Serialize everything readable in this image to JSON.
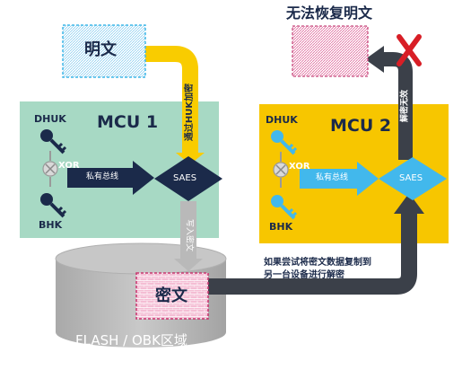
{
  "plaintext_label": "明文",
  "unrecoverable_label": "无法恢复明文",
  "mcu1": {
    "title": "MCU 1",
    "dhuk": "DHUK",
    "bhk": "BHK",
    "xor": "XOR",
    "private_bus": "私有总线",
    "saes": "SAES"
  },
  "mcu2": {
    "title": "MCU 2",
    "dhuk": "DHUK",
    "bhk": "BHK",
    "xor": "XOR",
    "private_bus": "私有总线",
    "saes": "SAES"
  },
  "huk_encrypt_label": "通过HUK加密",
  "write_cipher_label": "写入密文",
  "decrypt_fail_label": "解密无效",
  "ciphertext_label": "密文",
  "flash_label": "FLASH / OBK区域",
  "copy_note": [
    "如果尝试将密文数据复制到",
    "另一台设备进行解密"
  ],
  "colors": {
    "mcu1_bg": "#a7d9c4",
    "mcu2_bg": "#f7c600",
    "plain_border": "#40b8e8",
    "arrow_yellow": "#f9cc00",
    "arrow_dark": "#3b4049",
    "diamond_navy": "#1b2a4a",
    "diamond_blue": "#42b8ec",
    "cross_red": "#d81e26",
    "cipher_fill": "#f2b6cf"
  }
}
